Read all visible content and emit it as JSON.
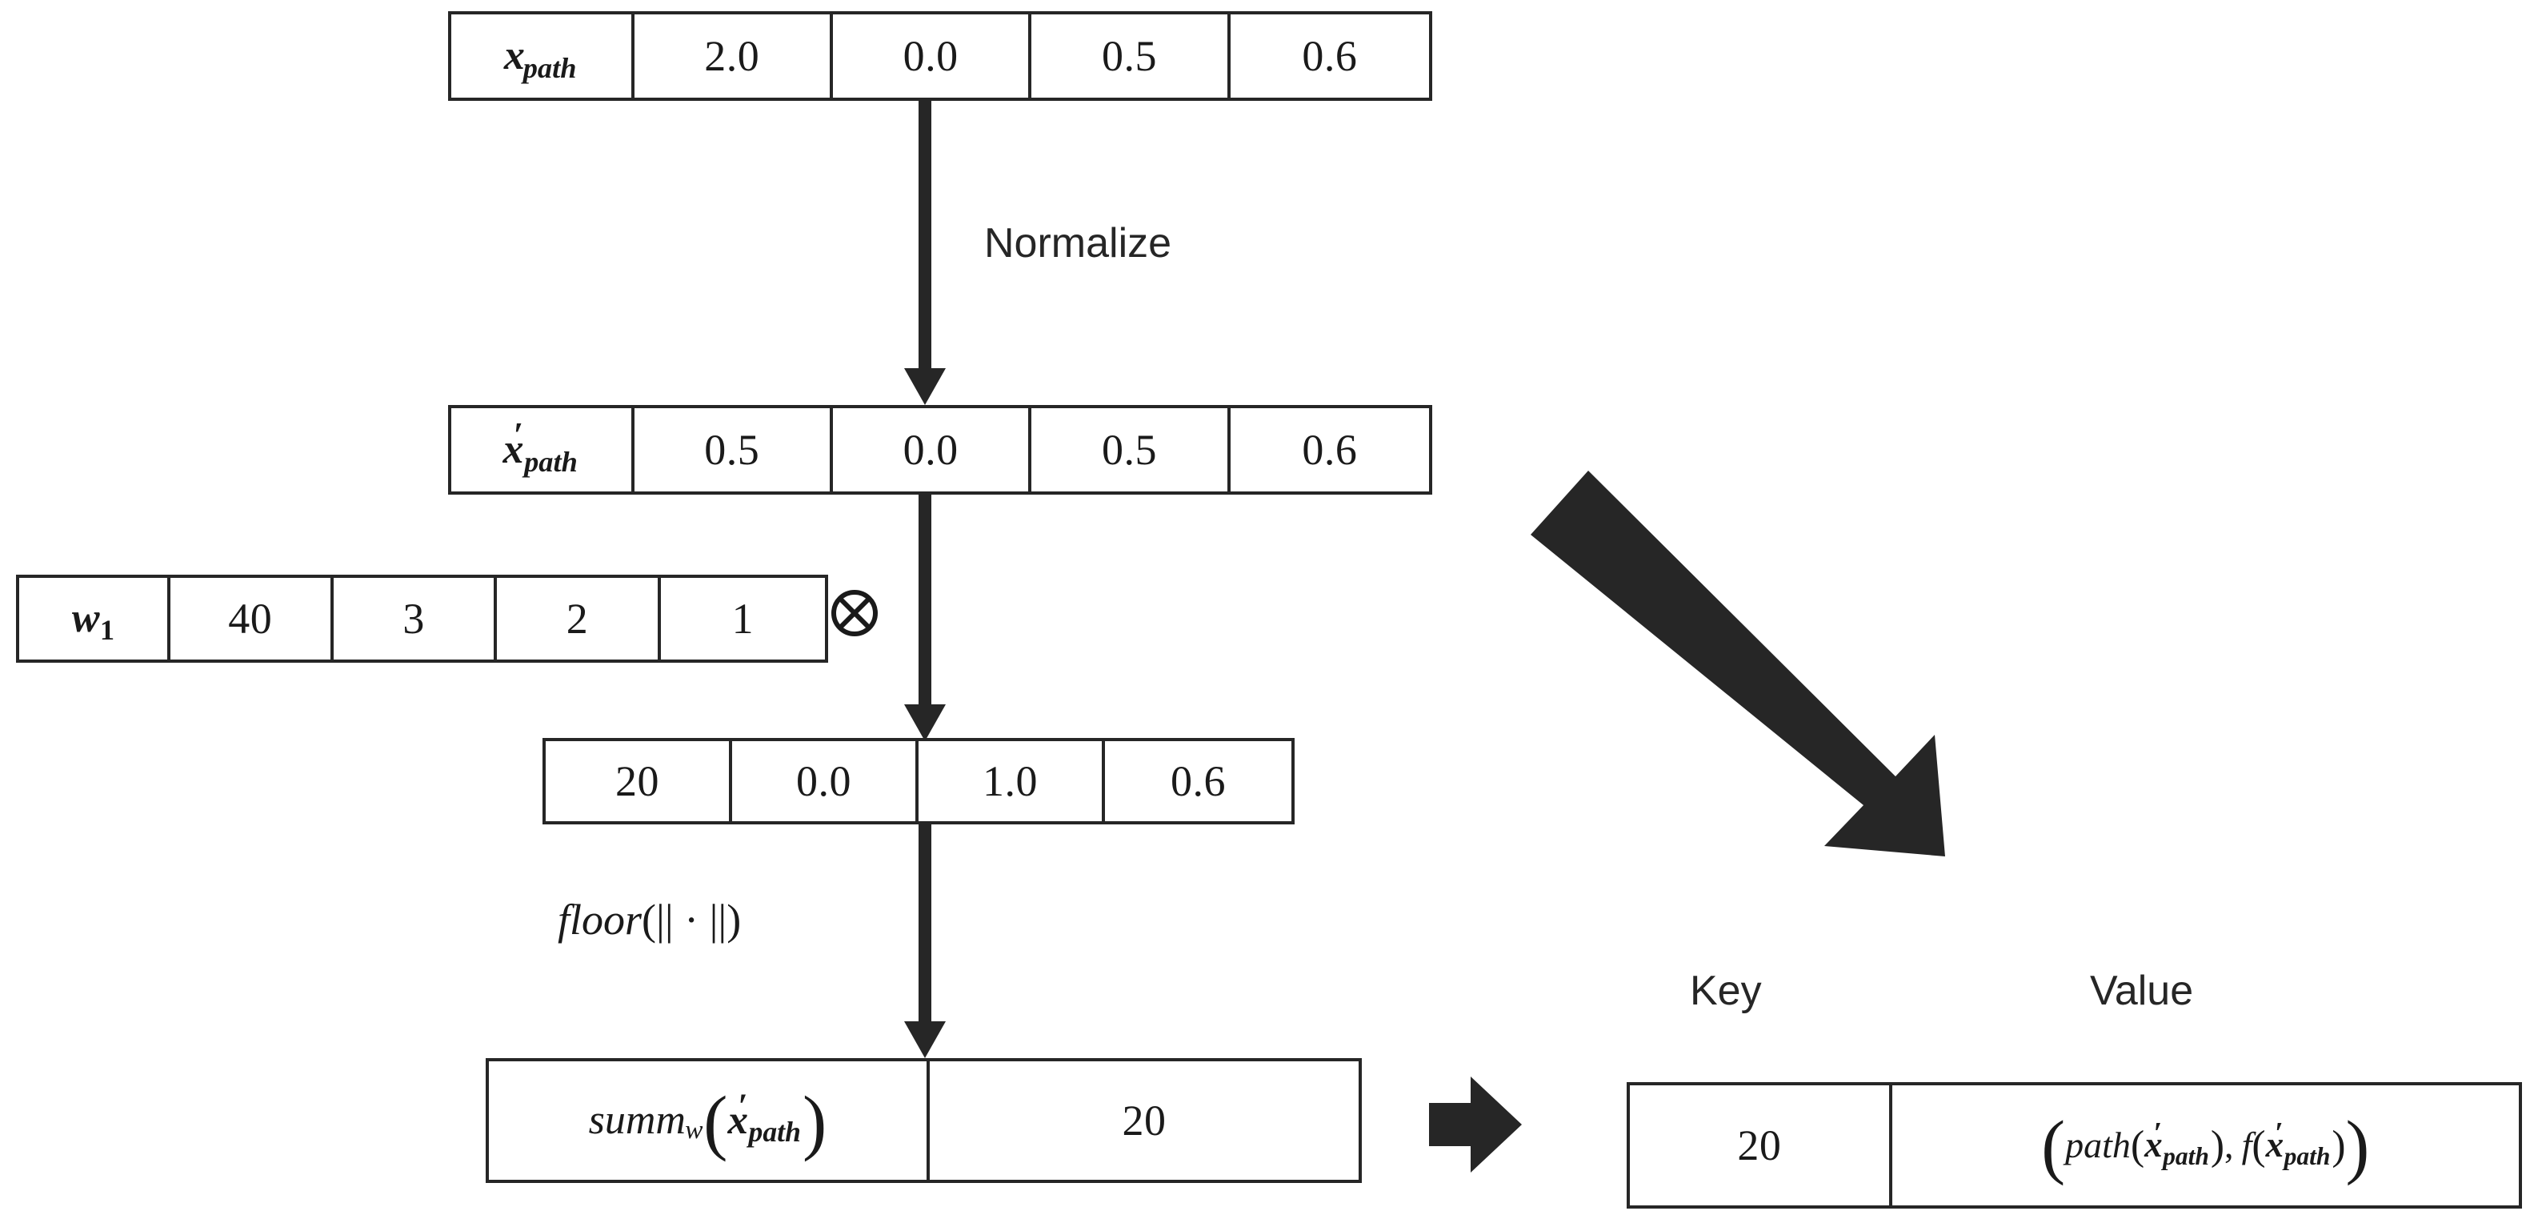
{
  "diagram": {
    "title_absent": true,
    "rows": {
      "x_path": {
        "label": "x_path",
        "label_parts": {
          "base": "x",
          "sub": "path",
          "prime": ""
        },
        "values": [
          "2.0",
          "0.0",
          "0.5",
          "0.6"
        ]
      },
      "x_path_norm": {
        "label": "x'_path",
        "label_parts": {
          "base": "x",
          "sub": "path",
          "prime": "′"
        },
        "values": [
          "0.5",
          "0.0",
          "0.5",
          "0.6"
        ]
      },
      "w1": {
        "label": "w_1",
        "label_parts": {
          "base": "w",
          "sub": "1",
          "prime": ""
        },
        "values": [
          "40",
          "3",
          "2",
          "1"
        ],
        "operator_icon": "circled-times-icon",
        "operator_symbol": "⊗"
      },
      "product": {
        "label": "",
        "values": [
          "20",
          "0.0",
          "1.0",
          "0.6"
        ]
      },
      "summary": {
        "label_function": "summ",
        "label_subscript": "w",
        "label_argument_base": "x",
        "label_argument_prime": "′",
        "label_argument_sub": "path",
        "value": "20"
      }
    },
    "edges": {
      "normalize_label": "Normalize",
      "floor_label_function": "floor",
      "floor_label_arg": "(|| · ||)"
    },
    "keyvalue": {
      "headers": {
        "key": "Key",
        "value": "Value"
      },
      "row": {
        "key": "20",
        "value_text": "(path(x'_path), f(x'_path))",
        "value_parts": {
          "path_fn": "path",
          "f_fn": "f",
          "arg_base": "x",
          "arg_prime": "′",
          "arg_sub": "path",
          "separator": ","
        }
      }
    },
    "colors": {
      "ink": "#1a1a1a",
      "arrow": "#262626",
      "border": "#262626",
      "background": "#ffffff"
    }
  }
}
